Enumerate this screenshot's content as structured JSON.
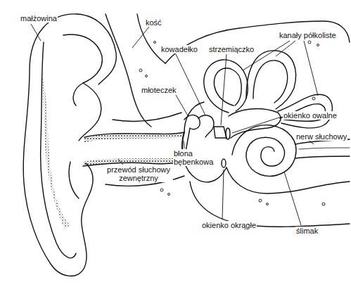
{
  "diagram": {
    "labels": [
      "małżowina",
      "kość",
      "kowadełko",
      "strzemiączko",
      "kanały półkoliste",
      "młoteczek",
      "okienko owalne",
      "nerw słuchowy",
      "błona bębenkowa",
      "przewód słuchowy zewnętrzny",
      "okienko okrągłe",
      "ślimak"
    ]
  }
}
